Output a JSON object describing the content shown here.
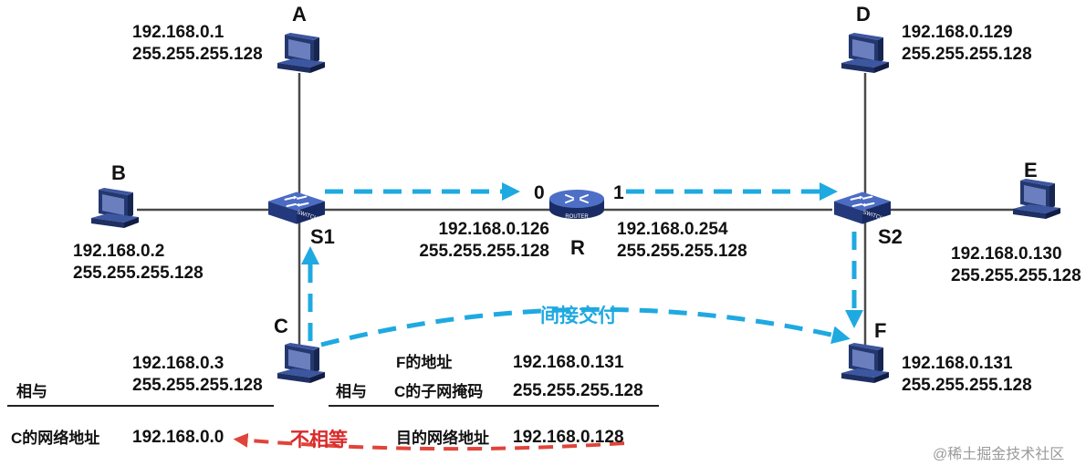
{
  "colors": {
    "link": "#4a4a4a",
    "arrow_blue": "#1fa9e1",
    "arrow_red": "#e0443a",
    "device_blue": "#2a3f87"
  },
  "icons": {
    "host": "computer-icon",
    "switch": "switch-icon",
    "router": "router-icon"
  },
  "hosts": {
    "A": {
      "letter": "A",
      "ip": "192.168.0.1",
      "mask": "255.255.255.128"
    },
    "B": {
      "letter": "B",
      "ip": "192.168.0.2",
      "mask": "255.255.255.128"
    },
    "C": {
      "letter": "C",
      "ip": "192.168.0.3",
      "mask": "255.255.255.128"
    },
    "D": {
      "letter": "D",
      "ip": "192.168.0.129",
      "mask": "255.255.255.128"
    },
    "E": {
      "letter": "E",
      "ip": "192.168.0.130",
      "mask": "255.255.255.128"
    },
    "F": {
      "letter": "F",
      "ip": "192.168.0.131",
      "mask": "255.255.255.128"
    }
  },
  "switches": {
    "S1": {
      "label": "S1",
      "caption": "SWITCH"
    },
    "S2": {
      "label": "S2",
      "caption": "SWITCH"
    }
  },
  "router": {
    "label": "R",
    "caption": "ROUTER",
    "port0": {
      "num": "0",
      "ip": "192.168.0.126",
      "mask": "255.255.255.128"
    },
    "port1": {
      "num": "1",
      "ip": "192.168.0.254",
      "mask": "255.255.255.128"
    }
  },
  "annotations": {
    "indirect": "间接交付",
    "not_equal": "不相等"
  },
  "calc_left": {
    "op": "相与",
    "result_label": "C的网络地址",
    "result_value": "192.168.0.0"
  },
  "calc_right": {
    "row1_label": "F的地址",
    "row1_value": "192.168.0.131",
    "op": "相与",
    "row2_label": "C的子网掩码",
    "row2_value": "255.255.255.128",
    "result_label": "目的网络地址",
    "result_value": "192.168.0.128"
  },
  "watermark": "@稀土掘金技术社区"
}
